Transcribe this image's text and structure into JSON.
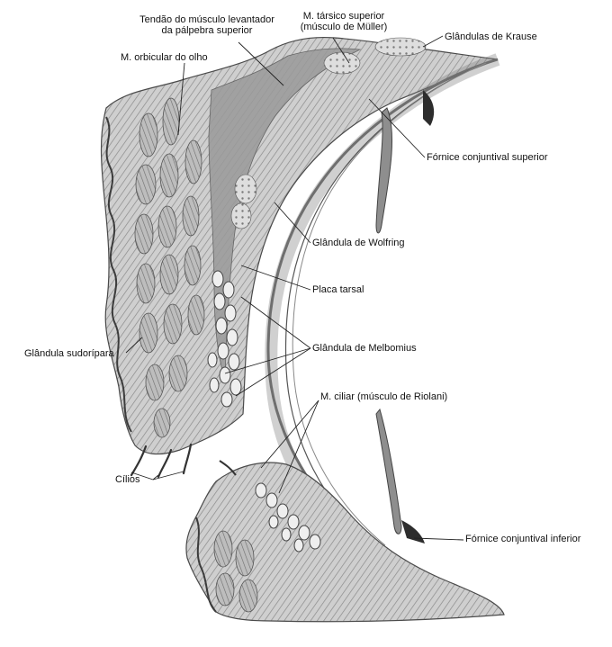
{
  "labels": {
    "tendao_line1": "Tendão do músculo levantador",
    "tendao_line2": "da pálpebra superior",
    "tarsico_line1": "M. társico superior",
    "tarsico_line2": "(músculo de Müller)",
    "krause": "Glândulas de Krause",
    "orbicular": "M. orbicular do olho",
    "fornice_superior": "Fórnice conjuntival superior",
    "wolfring": "Glândula de Wolfring",
    "placa_tarsal": "Placa tarsal",
    "sudoripara": "Glândula sudorípara",
    "melbomius": "Glândula de Melbomius",
    "ciliar": "M. ciliar (músculo de Riolani)",
    "cilios": "Cílios",
    "fornice_inferior": "Fórnice conjuntival inferior"
  },
  "colors": {
    "background": "#ffffff",
    "tissue_light": "#d9d9d9",
    "tissue_mid": "#a8a8a8",
    "tissue_dark": "#5a5a5a",
    "leader_line": "#222222",
    "text": "#111111"
  }
}
